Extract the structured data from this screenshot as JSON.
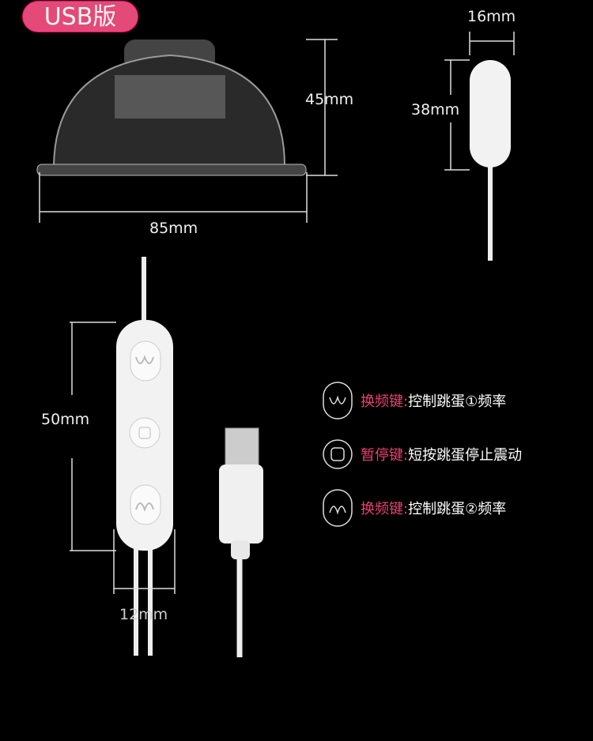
{
  "badge": "USB版",
  "dimensions": {
    "cup_height": "45mm",
    "cup_width": "85mm",
    "egg_width": "16mm",
    "egg_height": "38mm",
    "controller_height": "50mm",
    "controller_width": "12mm"
  },
  "legend": [
    {
      "icon": "wave-down-icon",
      "key": "换频键:",
      "value": "控制跳蛋①频率"
    },
    {
      "icon": "pause-square-icon",
      "key": "暂停键:",
      "value": "短按跳蛋停止震动"
    },
    {
      "icon": "wave-up-icon",
      "key": "换频键:",
      "value": "控制跳蛋②频率"
    }
  ],
  "colors": {
    "accent": "#e8426f",
    "background": "#000000"
  }
}
